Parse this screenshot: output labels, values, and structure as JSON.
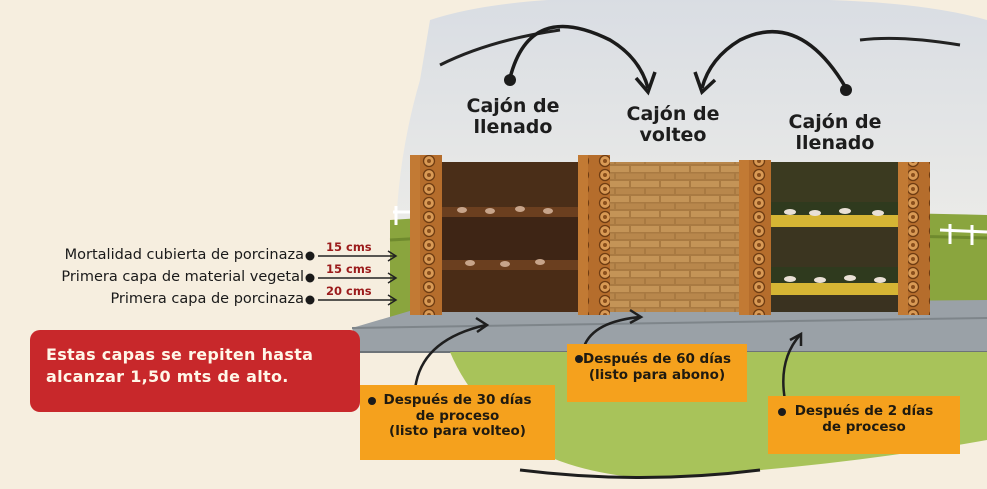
{
  "bins": [
    {
      "title_line1": "Cajón de",
      "title_line2": "llenado"
    },
    {
      "title_line1": "Cajón de",
      "title_line2": "volteo"
    },
    {
      "title_line1": "Cajón de",
      "title_line2": "llenado"
    }
  ],
  "layers": [
    {
      "label": "Mortalidad cubierta de porcinaza",
      "thickness": "15 cms"
    },
    {
      "label": "Primera capa de material vegetal",
      "thickness": "15 cms"
    },
    {
      "label": "Primera capa de porcinaza",
      "thickness": "20 cms"
    }
  ],
  "repeat_note": "Estas capas se repiten hasta alcanzar 1,50 mts de alto.",
  "stages": [
    {
      "line1": "Después de 30 días",
      "line2": "de proceso",
      "line3": "(listo para volteo)"
    },
    {
      "line1": "Después de 60 días",
      "line2": "(listo para abono)"
    },
    {
      "line1": "Después de 2 días",
      "line2": "de proceso"
    }
  ],
  "colors": {
    "red_box": "#c8282b",
    "orange_box": "#f5a11d",
    "measure_text": "#9b1b1b"
  }
}
